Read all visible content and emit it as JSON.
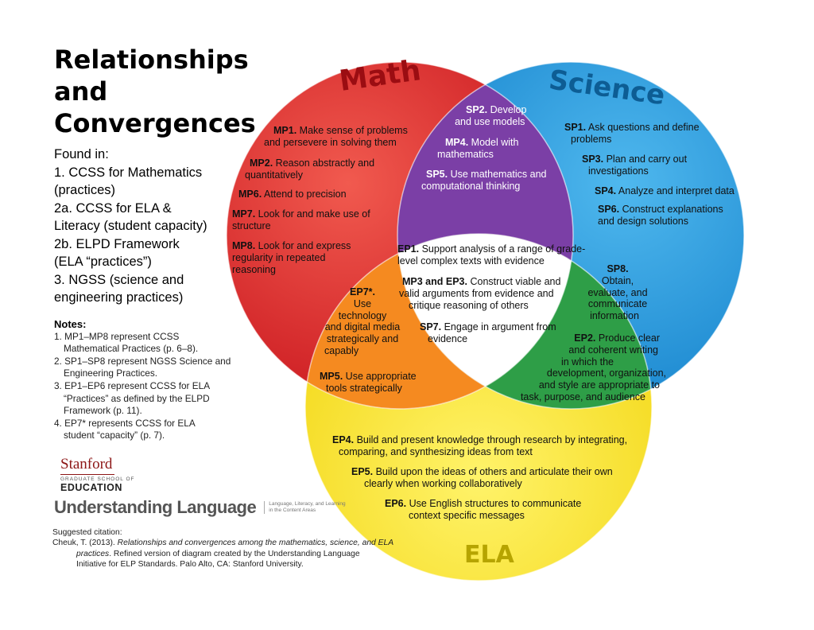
{
  "title": {
    "line1": "Relationships",
    "line2": "and",
    "line3": "Convergences"
  },
  "found_in": {
    "heading": "Found in:",
    "l1": "1. CCSS for Mathematics",
    "l2": "(practices)",
    "l3": "2a. CCSS for ELA &",
    "l4": "Literacy (student capacity)",
    "l5": "2b. ELPD Framework",
    "l6": "(ELA “practices”)",
    "l7": "3. NGSS (science and",
    "l8": "engineering practices)"
  },
  "notes": {
    "heading": "Notes:",
    "n1a": "1. MP1–MP8 represent CCSS",
    "n1b": "Mathematical Practices (p. 6–8).",
    "n2a": "2. SP1–SP8 represent NGSS Science and",
    "n2b": "Engineering Practices.",
    "n3a": "3. EP1–EP6 represent CCSS for ELA",
    "n3b": "“Practices” as defined by the ELPD",
    "n3c": "Framework (p. 11).",
    "n4a": "4. EP7* represents CCSS for ELA",
    "n4b": "student “capacity” (p. 7)."
  },
  "logos": {
    "stanford_name": "Stanford",
    "stanford_sub": "GRADUATE SCHOOL OF",
    "stanford_edu": "EDUCATION",
    "ul_name": "Understanding Language",
    "ul_tag1": "Language, Literacy, and Learning",
    "ul_tag2": "in the Content Areas"
  },
  "citation": {
    "l1": "Suggested citation:",
    "l2a": "Cheuk, T. (2013). ",
    "l2b": "Relationships and convergences among the mathematics, science, and ELA",
    "l3a": "practices",
    "l3b": ". Refined version of diagram created by the Understanding Language",
    "l4": "Initiative for ELP Standards. Palo Alto, CA: Stanford University."
  },
  "circles": {
    "math": {
      "label": "Math",
      "color": "#e4252b"
    },
    "science": {
      "label": "Science",
      "color": "#1e9be0"
    },
    "ela": {
      "label": "ELA",
      "color": "#ffe51e"
    },
    "center_color": "#ffffff",
    "math_science_color": "#7b3fa6",
    "math_ela_color": "#f58a20",
    "science_ela_color": "#2e9e47"
  },
  "practices": {
    "mp1_code": "MP1.",
    "mp1_a": "Make sense of problems",
    "mp1_b": "and persevere in solving them",
    "mp2_code": "MP2.",
    "mp2_a": "Reason abstractly and",
    "mp2_b": "quantitatively",
    "mp6_code": "MP6.",
    "mp6_a": "Attend to precision",
    "mp7_code": "MP7.",
    "mp7_a": "Look for and make use of",
    "mp7_b": "structure",
    "mp8_code": "MP8.",
    "mp8_a": "Look for and express",
    "mp8_b": "regularity in repeated",
    "mp8_c": "reasoning",
    "sp2_code": "SP2.",
    "sp2_a": "Develop",
    "sp2_b": "and use models",
    "mp4_code": "MP4.",
    "mp4_a": "Model with",
    "mp4_b": "mathematics",
    "sp5_code": "SP5.",
    "sp5_a": "Use mathematics and",
    "sp5_b": "computational thinking",
    "sp1_code": "SP1.",
    "sp1_a": "Ask questions and define",
    "sp1_b": "problems",
    "sp3_code": "SP3.",
    "sp3_a": "Plan and carry out",
    "sp3_b": "investigations",
    "sp4_code": "SP4.",
    "sp4_a": "Analyze and interpret data",
    "sp6_code": "SP6.",
    "sp6_a": "Construct explanations",
    "sp6_b": "and design solutions",
    "ep1_code": "EP1.",
    "ep1_a": "Support analysis of a range of grade-",
    "ep1_b": "level complex texts with evidence",
    "mp3_code": "MP3 and EP3.",
    "mp3_a": "Construct viable and",
    "mp3_b": "valid arguments from evidence and",
    "mp3_c": "critique reasoning of others",
    "sp7_code": "SP7.",
    "sp7_a": "Engage in argument from",
    "sp7_b": "evidence",
    "ep7_code": "EP7*.",
    "ep7_a": "Use",
    "ep7_b": "technology",
    "ep7_c": "and digital media",
    "ep7_d": "strategically and",
    "ep7_e": "capably",
    "mp5_code": "MP5.",
    "mp5_a": "Use appropriate",
    "mp5_b": "tools strategically",
    "sp8_code": "SP8.",
    "sp8_a": "Obtain,",
    "sp8_b": "evaluate, and",
    "sp8_c": "communicate",
    "sp8_d": "information",
    "ep2_code": "EP2.",
    "ep2_a": "Produce clear",
    "ep2_b": "and coherent writing",
    "ep2_c": "in which the",
    "ep2_d": "development, organization,",
    "ep2_e": "and style are appropriate to",
    "ep2_f": "task, purpose, and audience",
    "ep4_code": "EP4.",
    "ep4_a": "Build and present knowledge through research by integrating,",
    "ep4_b": "comparing, and synthesizing ideas from text",
    "ep5_code": "EP5.",
    "ep5_a": "Build upon the ideas of others and articulate their own",
    "ep5_b": "clearly when working collaboratively",
    "ep6_code": "EP6.",
    "ep6_a": "Use English structures to communicate",
    "ep6_b": "context specific messages"
  }
}
